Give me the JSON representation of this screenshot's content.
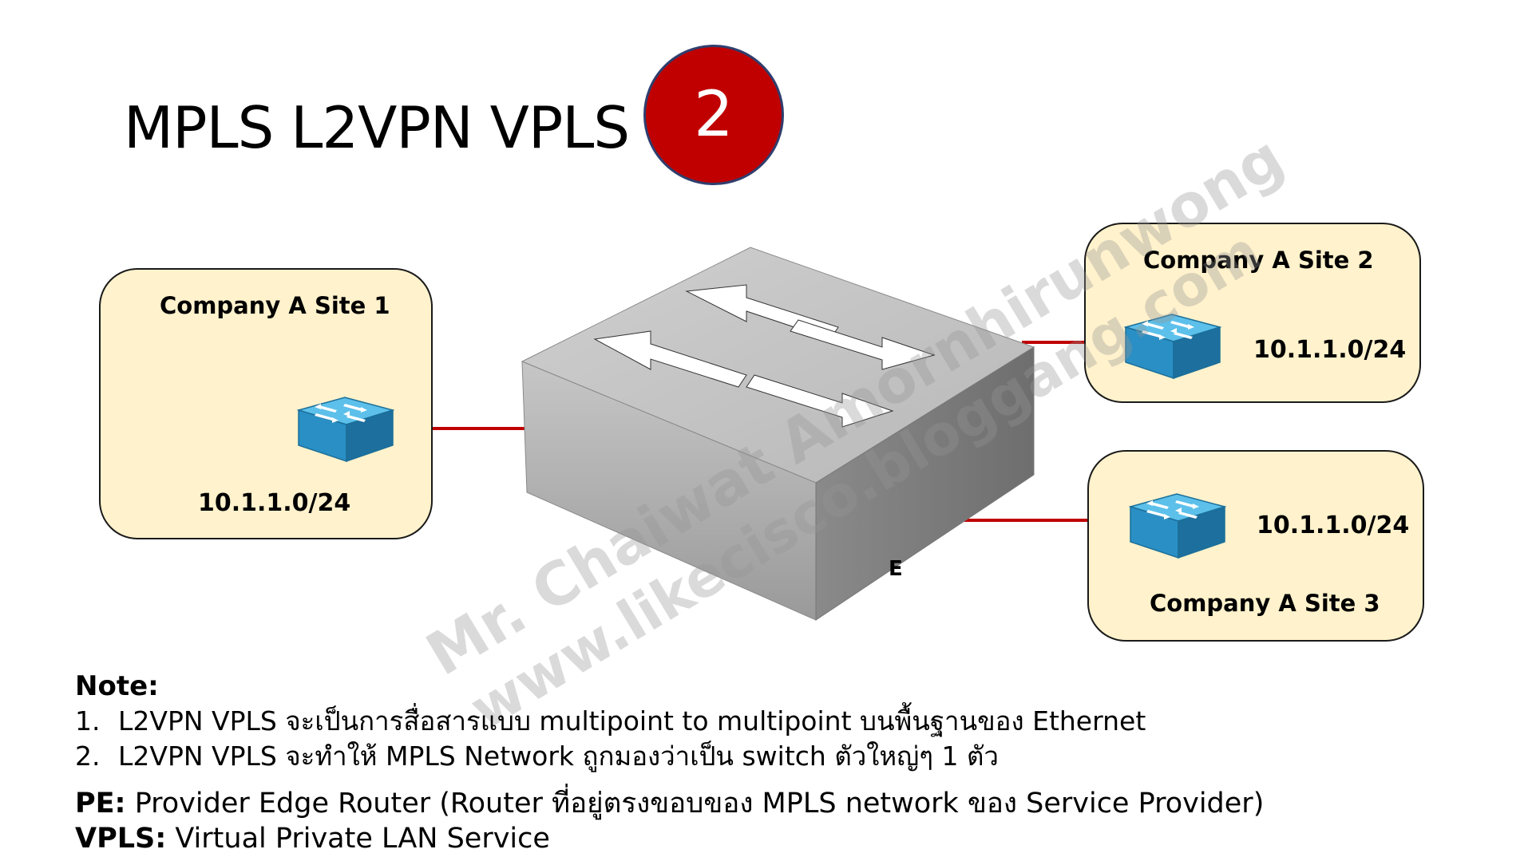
{
  "title": "MPLS L2VPN VPLS",
  "badge": "2",
  "sites": {
    "site1": {
      "label": "Company A Site 1",
      "subnet": "10.1.1.0/24"
    },
    "site2": {
      "label": "Company A Site 2",
      "subnet": "10.1.1.0/24"
    },
    "site3": {
      "label": "Company A Site 3",
      "subnet": "10.1.1.0/24"
    }
  },
  "core": {
    "icon": "large-switch-icon",
    "pe_fragment": "E"
  },
  "colors": {
    "link": "#c00000",
    "site_fill": "#fff2cc",
    "badge": "#c00000",
    "switch_blue": "#2e9fd6"
  },
  "notes": {
    "heading": "Note:",
    "items": [
      {
        "num": "1.",
        "text": "L2VPN VPLS จะเป็นการสื่อสารแบบ multipoint to multipoint บนพื้นฐานของ Ethernet"
      },
      {
        "num": "2.",
        "text": "L2VPN VPLS จะทำให้ MPLS Network ถูกมองว่าเป็น switch ตัวใหญ่ๆ 1 ตัว"
      }
    ]
  },
  "definitions": [
    {
      "term": "PE:",
      "text": " Provider Edge Router (Router ที่อยู่ตรงขอบของ MPLS network ของ Service Provider)"
    },
    {
      "term": "VPLS:",
      "text": " Virtual Private LAN Service"
    }
  ],
  "watermark": {
    "line1": "Mr. Chaiwat Amornhirunwong",
    "line2": "www.likecisco.bloggang.com"
  }
}
